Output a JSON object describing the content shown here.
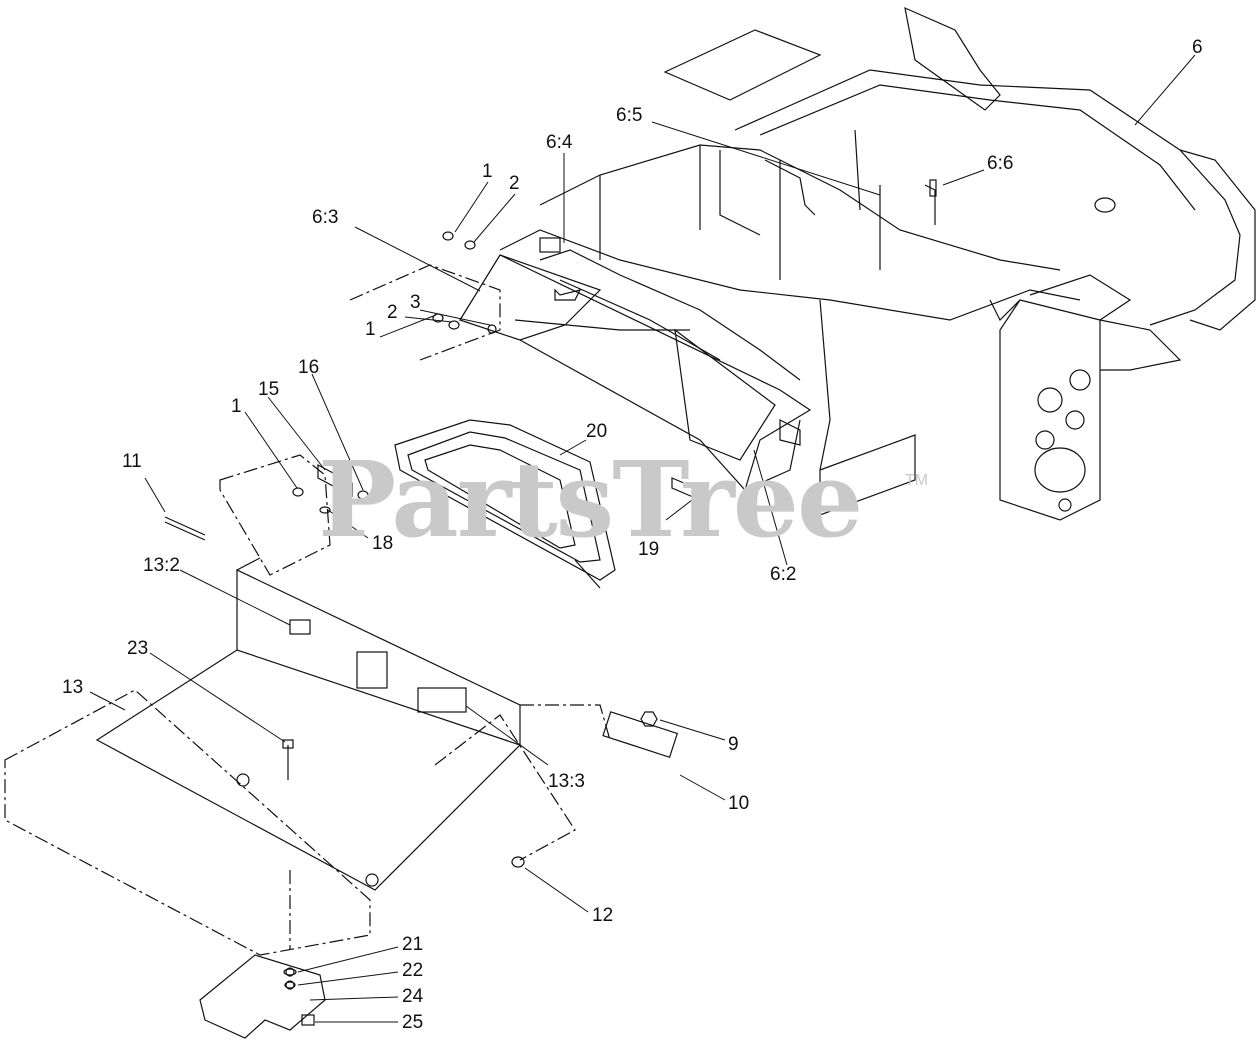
{
  "watermark": {
    "text": "PartsTree",
    "trademark": "TM"
  },
  "callouts": [
    {
      "id": "1a",
      "label": "1"
    },
    {
      "id": "2a",
      "label": "2"
    },
    {
      "id": "6_3",
      "label": "6:3"
    },
    {
      "id": "6_4",
      "label": "6:4"
    },
    {
      "id": "6_5",
      "label": "6:5"
    },
    {
      "id": "6",
      "label": "6"
    },
    {
      "id": "6_6",
      "label": "6:6"
    },
    {
      "id": "1b",
      "label": "1"
    },
    {
      "id": "2b",
      "label": "2"
    },
    {
      "id": "3",
      "label": "3"
    },
    {
      "id": "1c",
      "label": "1"
    },
    {
      "id": "15",
      "label": "15"
    },
    {
      "id": "16",
      "label": "16"
    },
    {
      "id": "20",
      "label": "20"
    },
    {
      "id": "11",
      "label": "11"
    },
    {
      "id": "18",
      "label": "18"
    },
    {
      "id": "19",
      "label": "19"
    },
    {
      "id": "6_2",
      "label": "6:2"
    },
    {
      "id": "13_2",
      "label": "13:2"
    },
    {
      "id": "23",
      "label": "23"
    },
    {
      "id": "13",
      "label": "13"
    },
    {
      "id": "9",
      "label": "9"
    },
    {
      "id": "13_3",
      "label": "13:3"
    },
    {
      "id": "10",
      "label": "10"
    },
    {
      "id": "12",
      "label": "12"
    },
    {
      "id": "21",
      "label": "21"
    },
    {
      "id": "22",
      "label": "22"
    },
    {
      "id": "24",
      "label": "24"
    },
    {
      "id": "25",
      "label": "25"
    }
  ]
}
